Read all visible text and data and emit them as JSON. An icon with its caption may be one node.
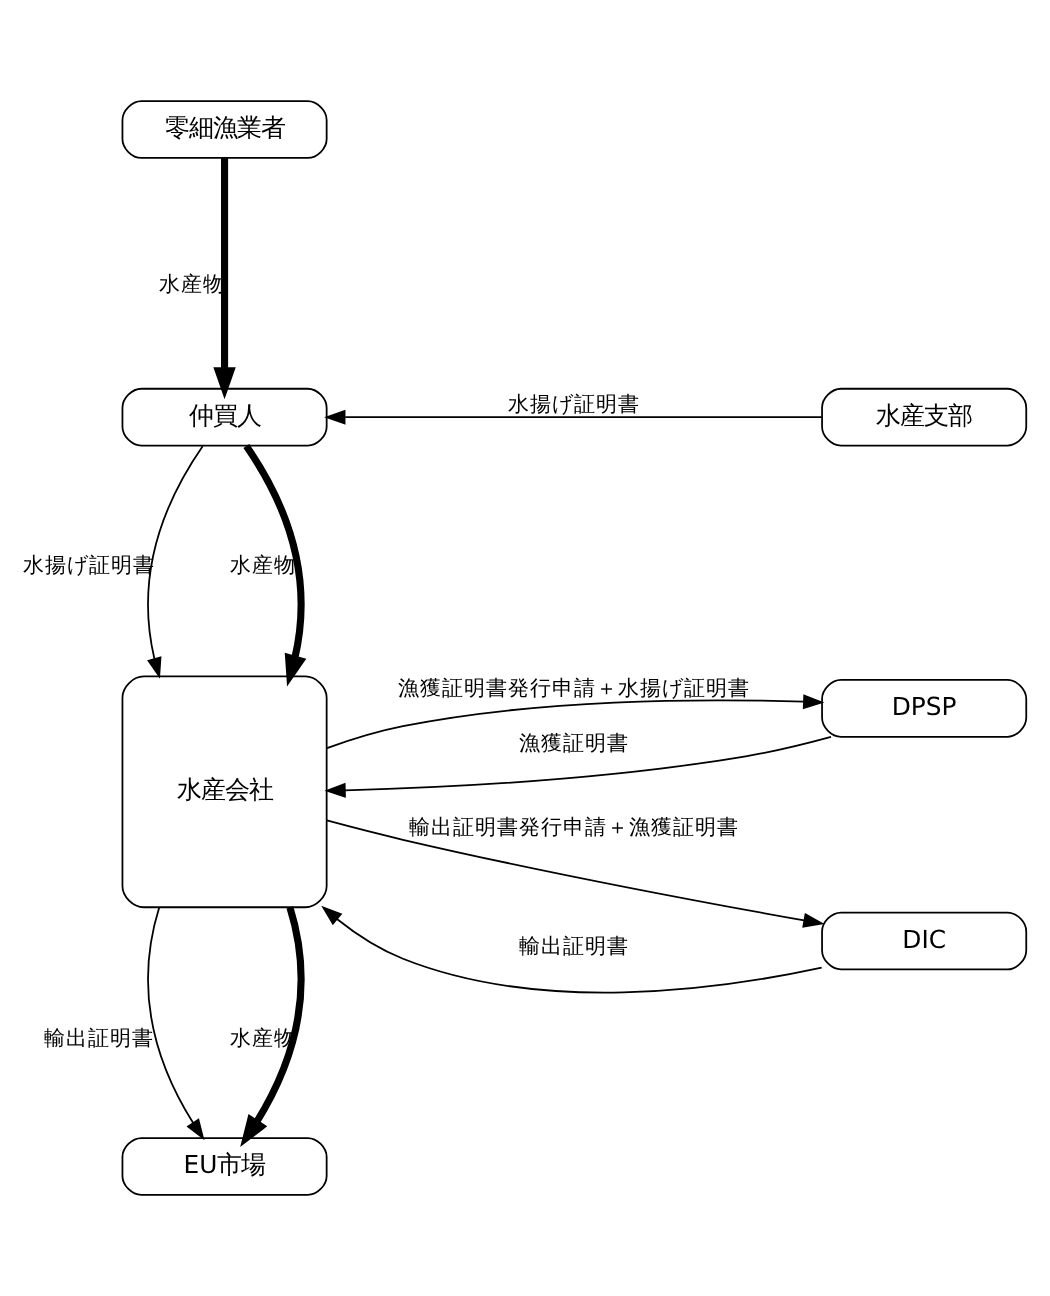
{
  "diagram": {
    "nodes": [
      {
        "text": [
          "零細漁業者"
        ]
      },
      {
        "text": [
          "仲買人"
        ]
      },
      {
        "text": [
          "水産支部"
        ]
      },
      {
        "text": [
          "水産会社"
        ]
      },
      {
        "text": [
          "DPSP"
        ]
      },
      {
        "text": [
          "DIC"
        ]
      },
      {
        "text": [
          "EU市場"
        ]
      }
    ],
    "edges": [
      {
        "from": 0,
        "to": 1,
        "arrow": "to",
        "label": "水産物",
        "style": "thick"
      },
      {
        "from": 2,
        "to": 1,
        "arrow": "to",
        "label": "水揚げ証明書"
      },
      {
        "from": 1,
        "to": 3,
        "arrow": "to",
        "label": "水産物",
        "style": "thick"
      },
      {
        "from": 1,
        "to": 3,
        "arrow": "to",
        "label": "水揚げ証明書"
      },
      {
        "from": 3,
        "to": 4,
        "arrow": "to",
        "label": "漁獲証明書発行申請＋水揚げ証明書"
      },
      {
        "from": 4,
        "to": 3,
        "arrow": "to",
        "label": "漁獲証明書"
      },
      {
        "from": 3,
        "to": 5,
        "arrow": "to",
        "label": "輸出証明書発行申請＋漁獲証明書"
      },
      {
        "from": 5,
        "to": 3,
        "arrow": "to",
        "label": "輸出証明書"
      },
      {
        "from": 3,
        "to": 6,
        "arrow": "to",
        "label": "水産物",
        "style": "thick"
      },
      {
        "from": 3,
        "to": 6,
        "arrow": "to",
        "label": "輸出証明書"
      }
    ]
  }
}
